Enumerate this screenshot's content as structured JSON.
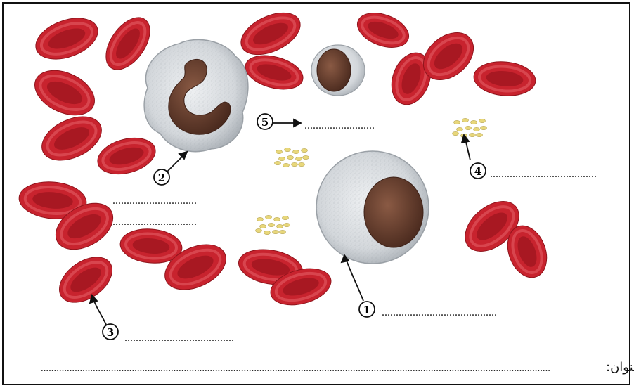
{
  "diagram": {
    "labels": [
      {
        "id": "1",
        "numeral": "①",
        "line": "........................................."
      },
      {
        "id": "2",
        "numeral": "②",
        "line": ""
      },
      {
        "id": "3",
        "numeral": "③",
        "line": "......................................."
      },
      {
        "id": "4",
        "numeral": "④",
        "line": "......................................"
      },
      {
        "id": "5",
        "numeral": "⑤",
        "line": "........................."
      }
    ],
    "extra_lines": [
      "..............................",
      ".............................."
    ],
    "title_label": "العنوان:",
    "title_line": "...................................................................................................................................................................................................."
  },
  "colors": {
    "rbc_fill": "#c8232e",
    "rbc_inner": "#a81822",
    "rbc_highlight": "#e5626a",
    "wbc_fill": "#d6dade",
    "nucleus": "#6a4030",
    "platelet": "#e8d77a"
  }
}
